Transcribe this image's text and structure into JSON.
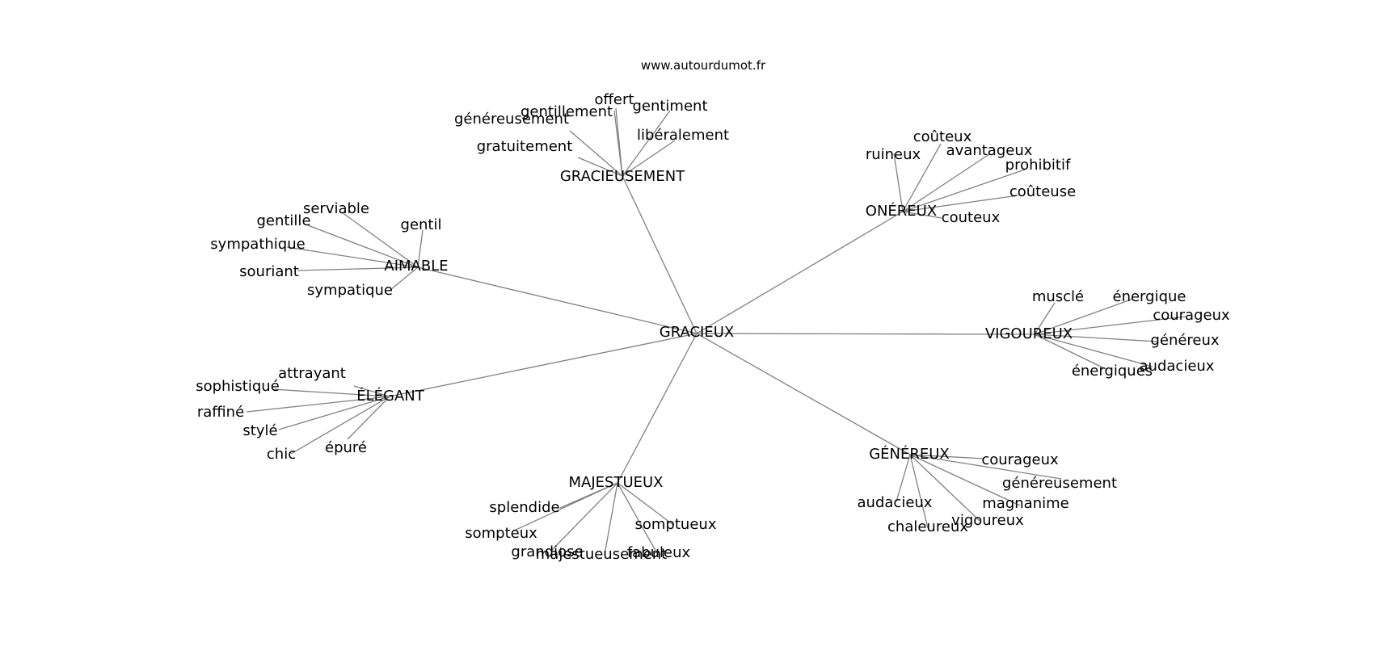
{
  "header": {
    "site": "www.autourdumot.fr"
  },
  "colors": {
    "edge": "#808080",
    "text": "#000000",
    "background": "#ffffff"
  },
  "graph": {
    "center": "GRACIEUX",
    "clusters": [
      {
        "id": "gracieusement",
        "label": "GRACIEUSEMENT",
        "words": [
          "généreusement",
          "gentillement",
          "offert",
          "gentiment",
          "libéralement",
          "gratuitement"
        ]
      },
      {
        "id": "onereux",
        "label": "ONÉREUX",
        "words": [
          "coûteux",
          "ruineux",
          "avantageux",
          "prohibitif",
          "coûteuse",
          "couteux"
        ]
      },
      {
        "id": "aimable",
        "label": "AIMABLE",
        "words": [
          "serviable",
          "gentille",
          "gentil",
          "sympathique",
          "souriant",
          "sympatique"
        ]
      },
      {
        "id": "vigoureux",
        "label": "VIGOUREUX",
        "words": [
          "musclé",
          "énergique",
          "courageux",
          "généreux",
          "audacieux",
          "énergiques"
        ]
      },
      {
        "id": "elegant",
        "label": "ÉLÉGANT",
        "words": [
          "attrayant",
          "sophistiqué",
          "raffiné",
          "stylé",
          "chic",
          "épuré"
        ]
      },
      {
        "id": "genereux",
        "label": "GÉNÉREUX",
        "words": [
          "courageux",
          "généreusement",
          "magnanime",
          "vigoureux",
          "audacieux",
          "chaleureux"
        ]
      },
      {
        "id": "majestueux",
        "label": "MAJESTUEUX",
        "words": [
          "splendide",
          "sompteux",
          "somptueux",
          "grandiose",
          "majestueusement",
          "fabuleux"
        ]
      }
    ]
  }
}
